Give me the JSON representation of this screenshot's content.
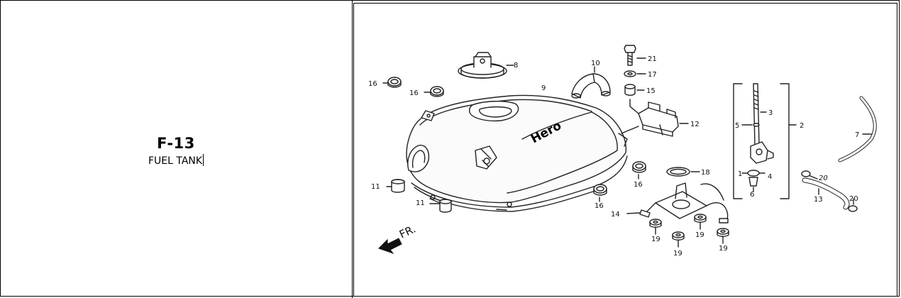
{
  "header": {
    "code": "F-13",
    "name": "FUEL TANK"
  },
  "diagram": {
    "brand_text": "Hero",
    "direction_label": "FR.",
    "callouts": [
      "1",
      "2",
      "3",
      "4",
      "5",
      "6",
      "7",
      "8",
      "9",
      "10",
      "11",
      "11",
      "12",
      "13",
      "14",
      "15",
      "16",
      "16",
      "16",
      "16",
      "17",
      "18",
      "19",
      "19",
      "19",
      "19",
      "20",
      "20",
      "21"
    ]
  },
  "colors": {
    "line": "#222222",
    "background": "#ffffff"
  }
}
